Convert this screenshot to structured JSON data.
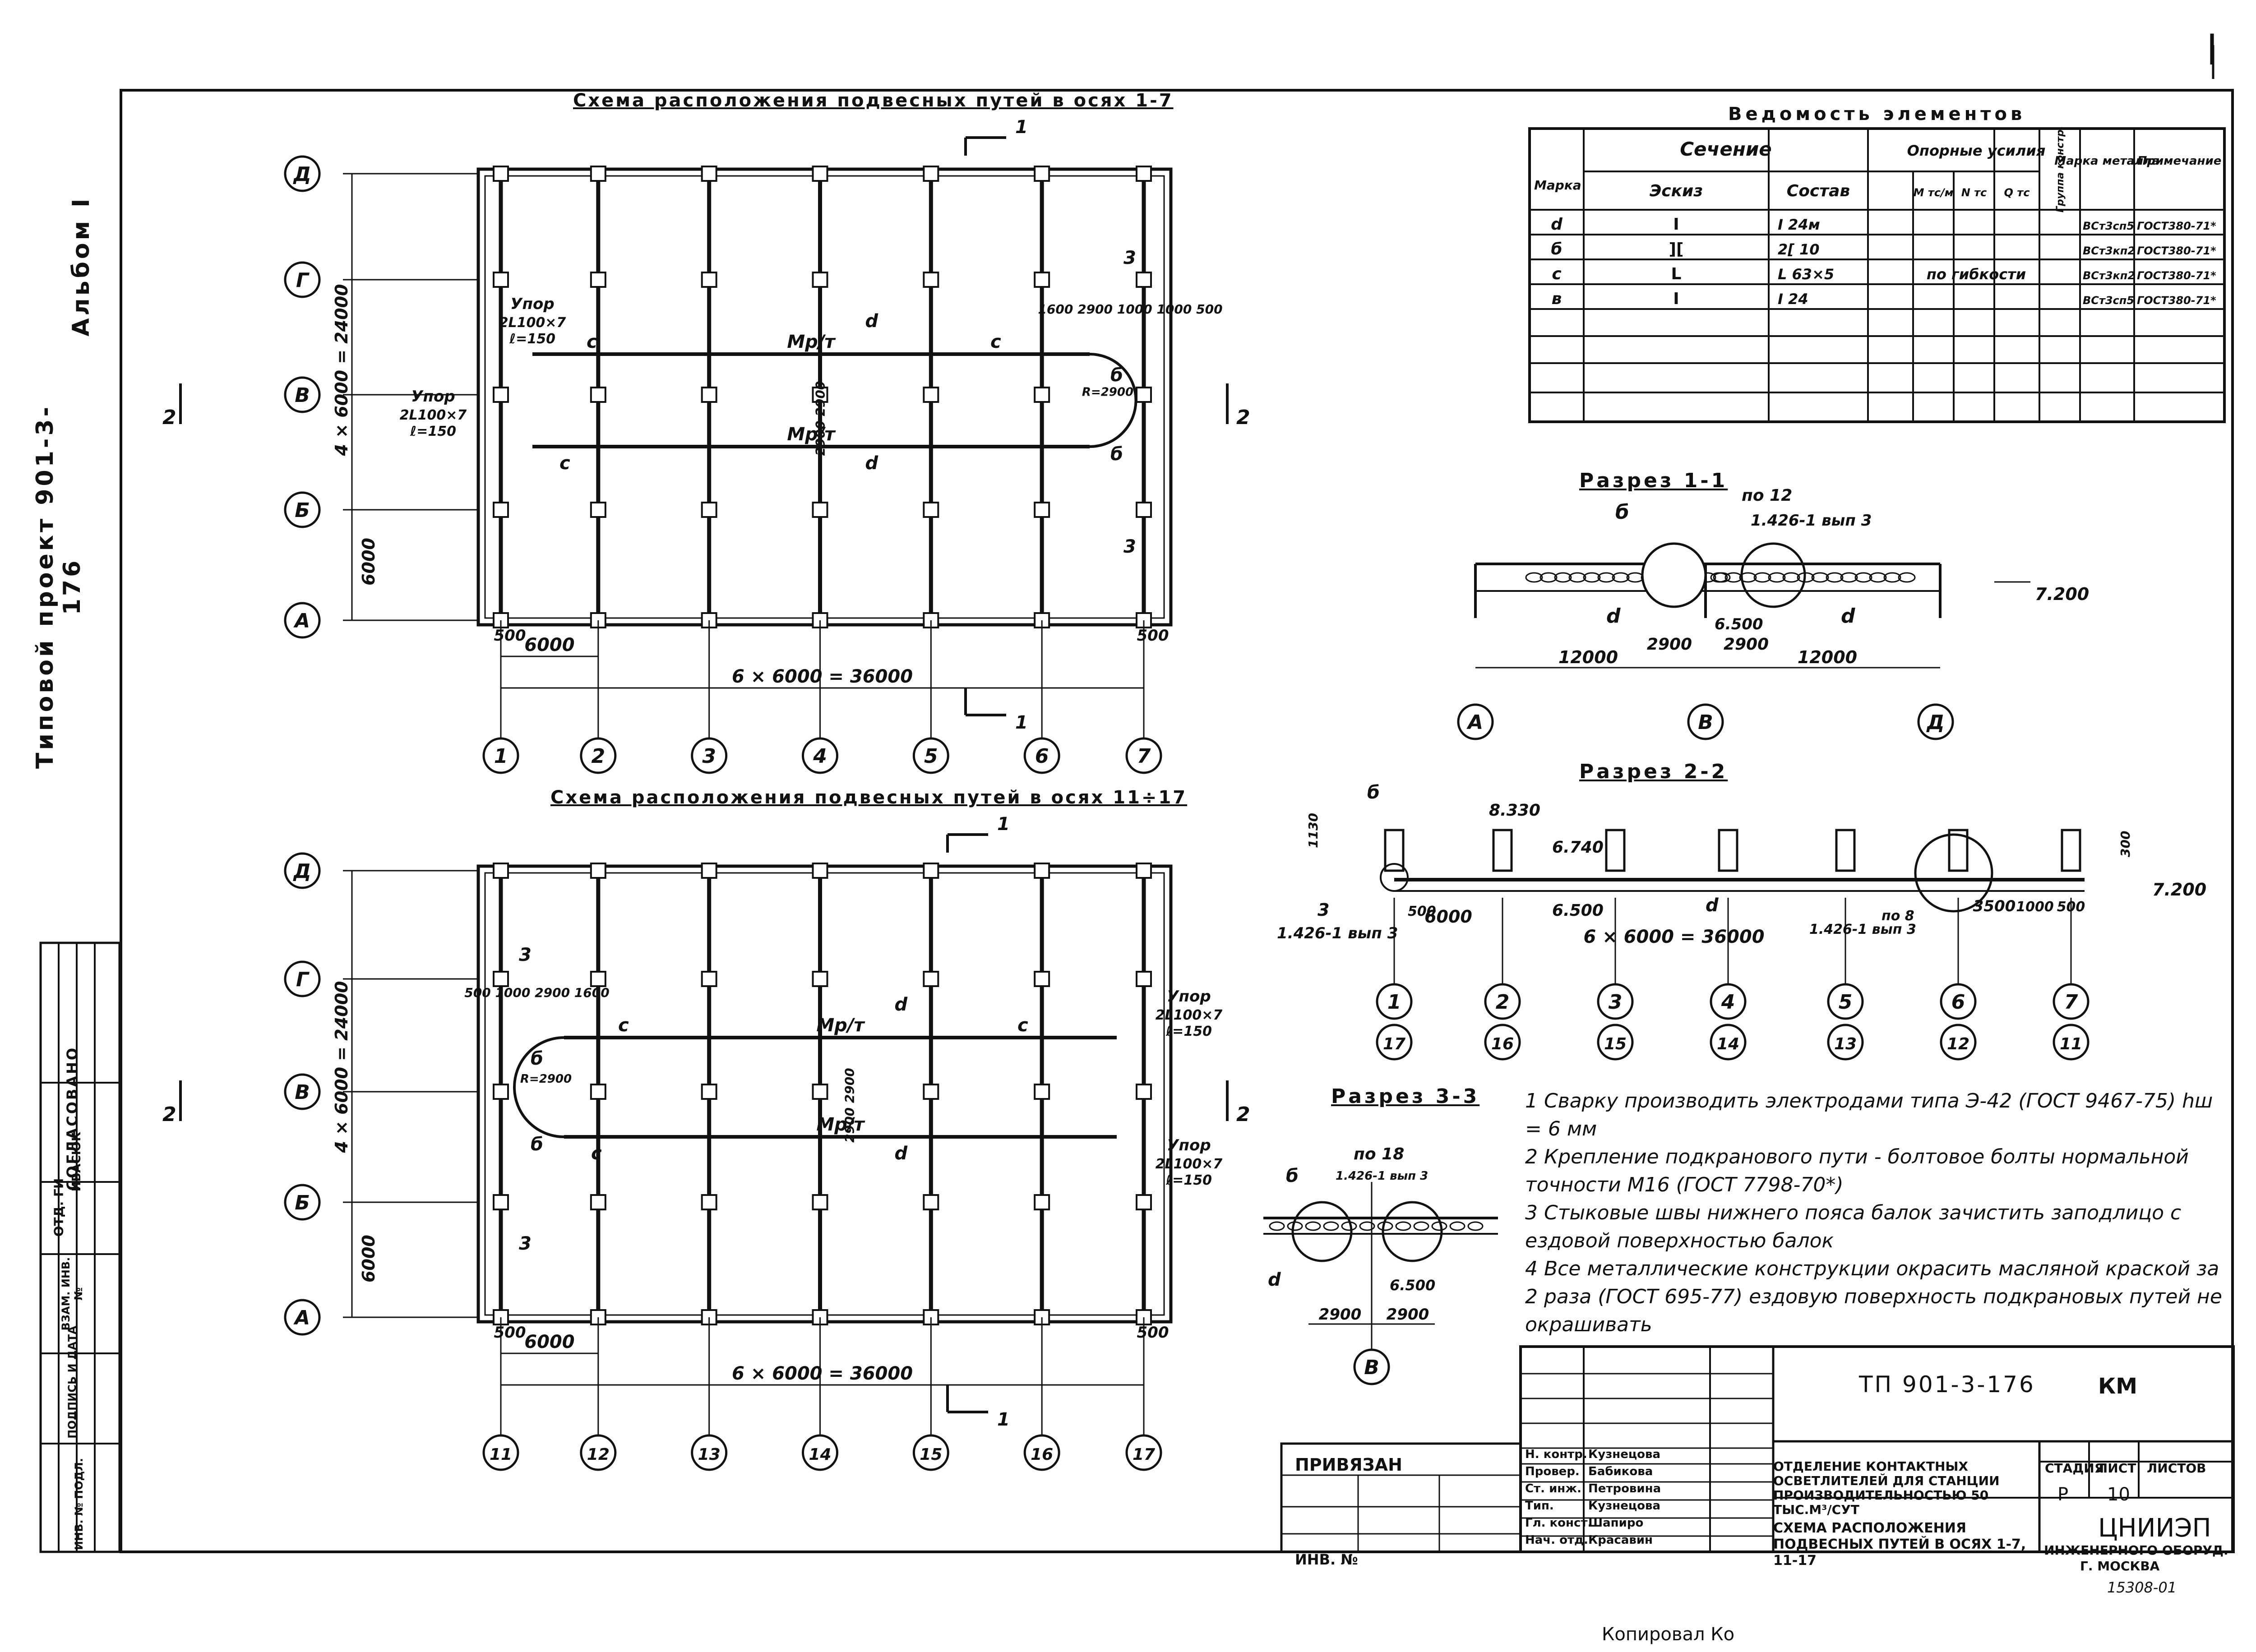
{
  "sheet_corner_mark": "l",
  "left_margin": {
    "project": "Типовой проект 901-3-176",
    "album": "Альбом I"
  },
  "plan_1": {
    "title": "Схема расположения подвесных путей в осях 1-7",
    "row_axes": [
      "Д",
      "Г",
      "В",
      "Б",
      "А"
    ],
    "col_axes": [
      "1",
      "2",
      "3",
      "4",
      "5",
      "6",
      "7"
    ],
    "dim_span": "6 × 6000 = 36000",
    "dim_bay": "6000",
    "dim_edge_left": "500",
    "dim_edge_right": "500",
    "dim_vertical_total": "4 × 6000 = 24000",
    "dim_vertical_bay": "6000",
    "top_dims": "1600 2900 1000 1000 500",
    "mid_dims": "2900 2900",
    "radius": "R=2900",
    "stop_label": "Упор",
    "stop_spec": "2L100×7",
    "stop_len": "ℓ=150",
    "beam_label": "Мр/т",
    "marks": [
      "c",
      "d",
      "б",
      "б"
    ],
    "section_1": "1",
    "section_2": "2",
    "section_3": "3"
  },
  "plan_2": {
    "title": "Схема расположения подвесных путей в осях 11÷17",
    "row_axes": [
      "Д",
      "Г",
      "В",
      "Б",
      "А"
    ],
    "col_axes": [
      "11",
      "12",
      "13",
      "14",
      "15",
      "16",
      "17"
    ],
    "dim_span": "6 × 6000 = 36000",
    "dim_bay": "6000",
    "dim_edge_left": "500",
    "dim_edge_right": "500",
    "dim_vertical_total": "4 × 6000 = 24000",
    "dim_vertical_bay": "6000",
    "top_dims": "500 1000 2900 1600",
    "mid_dims": "2900 2900",
    "radius": "R=2900",
    "stop_label": "Упор",
    "stop_spec": "2L100×7",
    "stop_len": "ℓ=150",
    "beam_label": "Мр/т",
    "marks": [
      "c",
      "d",
      "б",
      "б"
    ],
    "section_1": "1",
    "section_2": "2",
    "section_3": "3"
  },
  "elements_table": {
    "title": "Ведомость элементов",
    "h_mark": "Марка",
    "h_section": "Сечение",
    "h_sketch": "Эскиз",
    "h_composition": "Состав",
    "h_forces": "Опорные усилия",
    "h_M": "М тс/м",
    "h_N": "N тс",
    "h_Q": "Q тс",
    "h_group": "Группа констр.",
    "h_steel": "Марка металла",
    "h_note": "Примечание",
    "rows": [
      {
        "mark": "d",
        "sketch": "I",
        "comp": "I 24м",
        "forces": "",
        "steel": "ВСт3сп5",
        "note": "ГОСТ380-71*"
      },
      {
        "mark": "б",
        "sketch": "][",
        "comp": "2[ 10",
        "forces": "",
        "steel": "ВСт3кп2",
        "note": "ГОСТ380-71*"
      },
      {
        "mark": "c",
        "sketch": "L",
        "comp": "L 63×5",
        "forces": "по гибкости",
        "steel": "ВСт3кп2",
        "note": "ГОСТ380-71*"
      },
      {
        "mark": "в",
        "sketch": "I",
        "comp": "I 24",
        "forces": "",
        "steel": "ВСт3сп5",
        "note": "ГОСТ380-71*"
      }
    ]
  },
  "section_1_1": {
    "title": "Разрез 1-1",
    "lbl_no": "по 12",
    "lbl_ref": "1.426-1 вып 3",
    "elev": "7.200",
    "elev_rail": "6.500",
    "dims": [
      "12000",
      "2900",
      "2900",
      "12000"
    ],
    "axes": [
      "А",
      "В",
      "Д"
    ],
    "marks": [
      "б",
      "d",
      "d"
    ]
  },
  "section_2_2": {
    "title": "Разрез 2-2",
    "elev_top": "8.330",
    "elev_mid": "6.740",
    "elev_rail": "6.500",
    "elev": "7.200",
    "h1": "1130",
    "h2": "300",
    "ref_left": "1.426-1 вып 3",
    "ref_mid": "1.426-1 вып 3",
    "mark_3": "3",
    "po8": "по 8",
    "dims": [
      "500",
      "6000",
      "6 × 6000 = 36000",
      "3500",
      "1000",
      "500"
    ],
    "axes_top": [
      "1",
      "2",
      "3",
      "4",
      "5",
      "6",
      "7"
    ],
    "axes_bot": [
      "17",
      "16",
      "15",
      "14",
      "13",
      "12",
      "11"
    ],
    "marks": [
      "б",
      "d"
    ]
  },
  "section_3_3": {
    "title": "Разрез 3-3",
    "lbl_no": "по 18",
    "lbl_ref": "1.426-1 вып 3",
    "elev_rail": "6.500",
    "dims": [
      "2900",
      "2900"
    ],
    "axis": "В",
    "marks": [
      "б",
      "d"
    ]
  },
  "notes": [
    "1  Сварку производить электродами типа Э-42 (ГОСТ 9467-75) hш = 6 мм",
    "2  Крепление подкранового пути - болтовое болты нормальной точности М16 (ГОСТ 7798-70*)",
    "3  Стыковые швы нижнего пояса балок зачистить заподлицо с ездовой поверхностью балок",
    "4  Все металлические конструкции окрасить масляной краской за 2 раза (ГОСТ 695-77) ездовую поверхность подкрановых путей не окрашивать"
  ],
  "stamp_left": {
    "soglas": "Согласовано",
    "otd": "Отд. ГИ",
    "inv": "Инв. № подл.",
    "podp": "Подпись и дата",
    "vzam": "Взам. инв. №",
    "sig_names": [
      "Ивасюк"
    ]
  },
  "title_block": {
    "code": "ТП 901-3-176",
    "part": "КМ",
    "privyazan": "Привязан",
    "inv_no": "Инв. №",
    "roles": [
      "Н. контр.",
      "Провер.",
      "Ст. инж.",
      "Тип.",
      "Гл. конст.",
      "Нач. отд."
    ],
    "names": [
      "Кузнецова",
      "Бабикова",
      "Петровина",
      "Кузнецова",
      "Шапиро",
      "Красавин"
    ],
    "object": "Отделение контактных осветлителей для станции производительностью 50 тыс.м³/сут",
    "sheet_title": "Схема расположения подвесных путей в осях 1-7, 11-17",
    "h_stage": "Стадия",
    "h_sheet": "Лист",
    "h_sheets": "Листов",
    "stage": "Р",
    "sheet": "10",
    "org": "ЦНИИЭП",
    "org_sub": "инженерного оборуд.",
    "city": "г. Москва",
    "num": "15308-01",
    "copied": "Копировал Ко"
  }
}
